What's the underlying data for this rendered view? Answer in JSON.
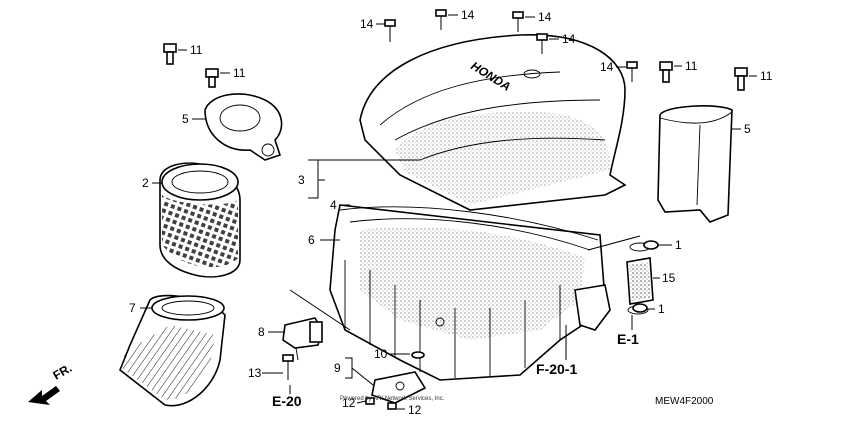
{
  "diagram": {
    "brand_text": "HONDA",
    "code": "MEW4F2000",
    "copyright": "Powered by ARI Network Services, Inc.",
    "fr_label": "FR.",
    "refs": [
      "E-1",
      "E-20",
      "F-20-1"
    ],
    "callouts": {
      "c14a": "14",
      "c14b": "14",
      "c14c": "14",
      "c14d": "14",
      "c14e": "14",
      "c11a": "11",
      "c11b": "11",
      "c11c": "11",
      "c11d": "11",
      "c5a": "5",
      "c5b": "5",
      "c2": "2",
      "c3": "3",
      "c4": "4",
      "c6": "6",
      "c7": "7",
      "c8": "8",
      "c9": "9",
      "c10": "10",
      "c12a": "12",
      "c12b": "12",
      "c13": "13",
      "c1a": "1",
      "c1b": "1",
      "c15": "15"
    }
  }
}
